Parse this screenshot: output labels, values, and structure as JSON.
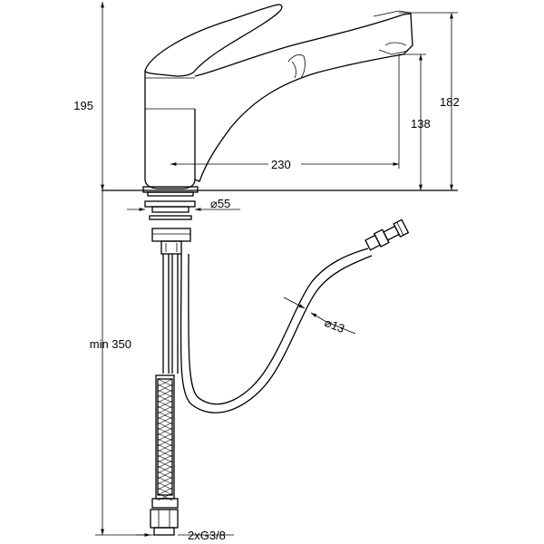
{
  "dimensions": {
    "total_height": "195",
    "outlet_height_max": "182",
    "outlet_height": "138",
    "spout_reach": "230",
    "base_diameter": "⌀55",
    "hose_diameter": "⌀13",
    "min_hose_length": "min 350",
    "connection": "2xG3/8"
  },
  "colors": {
    "line": "#000000",
    "background": "#ffffff"
  }
}
